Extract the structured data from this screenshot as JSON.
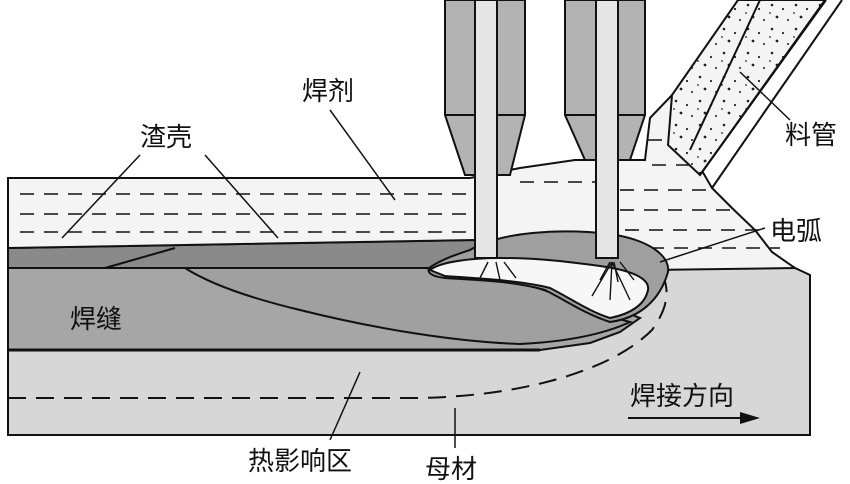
{
  "labels": {
    "flux": "焊剂",
    "slag": "渣壳",
    "weld": "焊缝",
    "haz": "热影响区",
    "base_metal": "母材",
    "feed_tube": "料管",
    "arc": "电弧",
    "direction": "焊接方向"
  },
  "colors": {
    "outline": "#111111",
    "flux_fill": "#f4f4f4",
    "slag_fill": "#8a8a8a",
    "weld_fill": "#a6a6a6",
    "base_fill": "#d7d7d7",
    "electrode_fill": "#b3b3b3",
    "wire_fill": "#e6e6e6",
    "pool_fill": "#9f9f9f",
    "arc_fill": "#f7f7f7"
  }
}
